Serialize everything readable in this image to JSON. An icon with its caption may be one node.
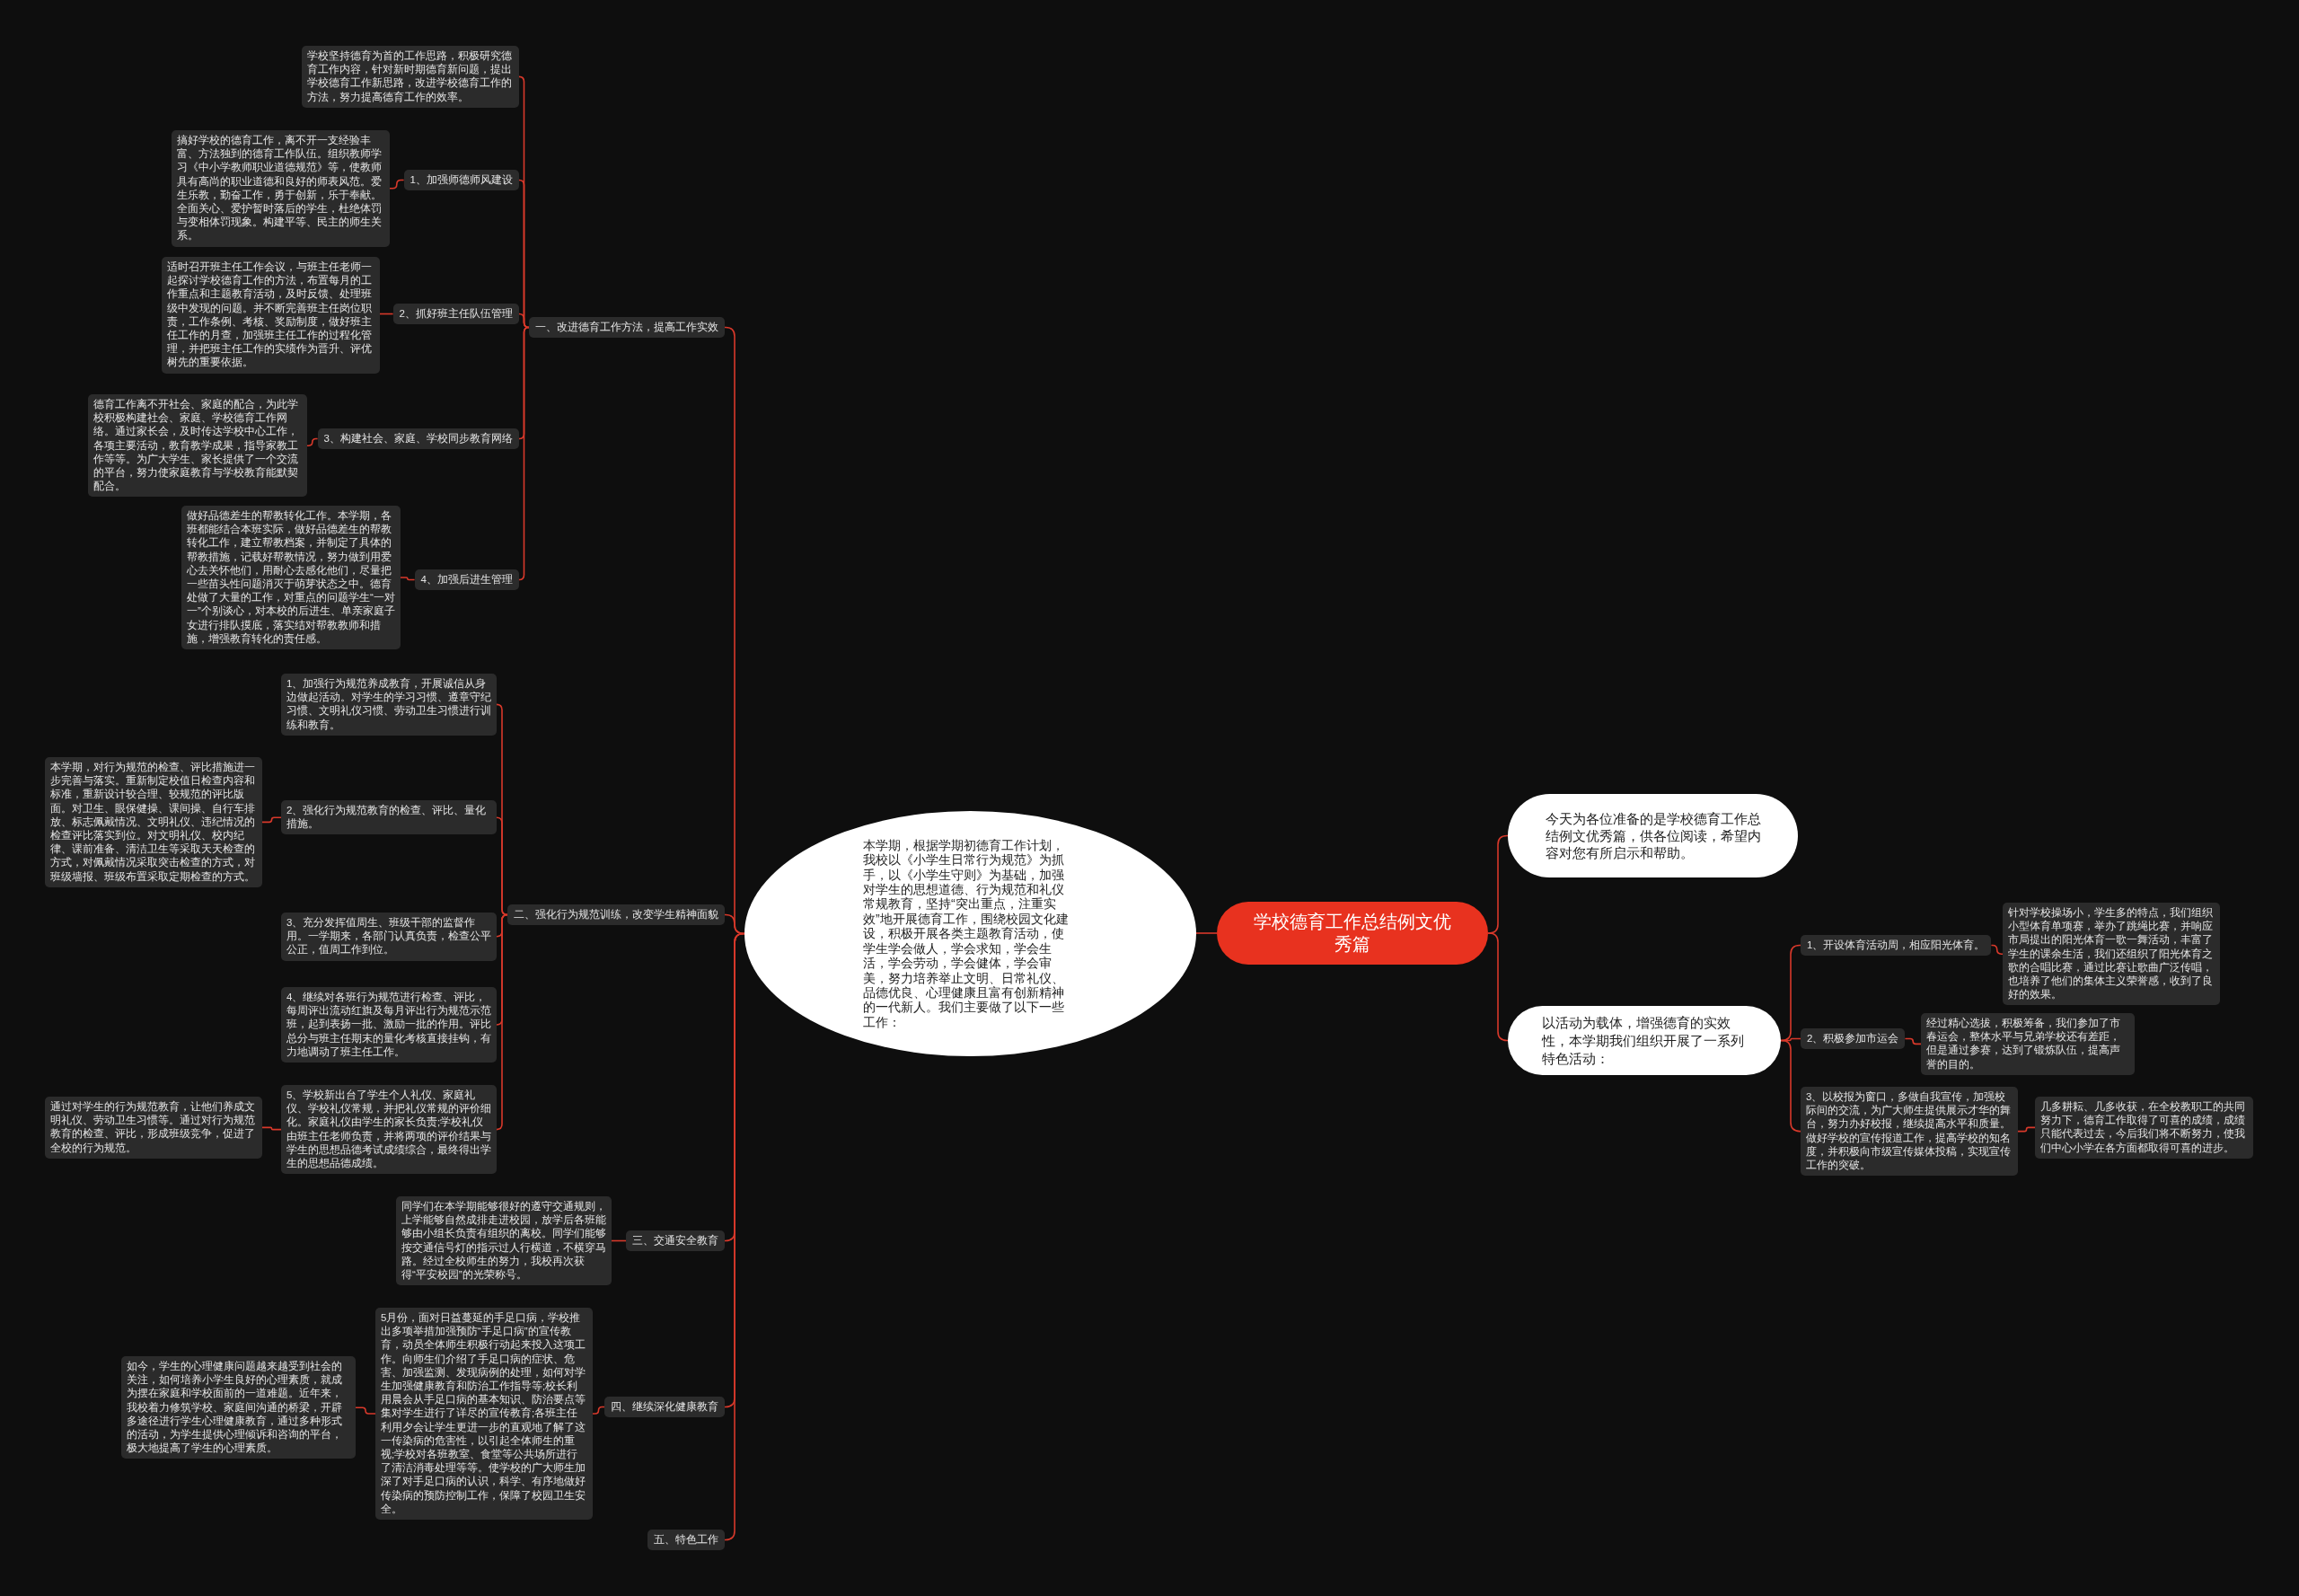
{
  "diagram": {
    "nodes": [
      {
        "text": [
          "学校德育工作总结例文优秀篇"
        ]
      },
      {
        "text": [
          "今天为各位准备的是学校德育工作总结例文优秀篇，供各位阅读，希望内容对您有所启示和帮助。"
        ]
      },
      {
        "text": [
          "以活动为载体，增强德育的实效性，本学期我们组织开展了一系列特色活动："
        ]
      },
      {
        "text": [
          "1、开设体育活动周，相应阳光体育。"
        ]
      },
      {
        "text": [
          "针对学校操场小，学生多的特点，我们组织小型体育单项赛，举办了跳绳比赛，并响应市局提出的阳光体育一歌一舞活动，丰富了学生的课余生活，我们还组织了阳光体育之歌的合唱比赛，通过比赛让歌曲广泛传唱，也培养了他们的集体主义荣誉感，收到了良好的效果。"
        ]
      },
      {
        "text": [
          "2、积极参加市运会"
        ]
      },
      {
        "text": [
          "经过精心选拔，积极筹备，我们参加了市春运会，整体水平与兄弟学校还有差距，但是通过参赛，达到了锻炼队伍，提高声誉的目的。"
        ]
      },
      {
        "text": [
          "3、以校报为窗口，多做自我宣传，加强校际间的交流，为广大师生提供展示才华的舞台，努力办好校报，继续提高水平和质量。做好学校的宣传报道工作，提高学校的知名度，并积极向市级宣传媒体投稿，实现宣传工作的突破。"
        ]
      },
      {
        "text": [
          "几多耕耘、几多收获，在全校教职工的共同努力下，德育工作取得了可喜的成绩，成绩只能代表过去，今后我们将不断努力，使我们中心小学在各方面都取得可喜的进步。"
        ]
      },
      {
        "text": [
          "本学期，根据学期初德育工作计划，我校以《小学生日常行为规范》为抓手，以《小学生守则》为基础，加强对学生的思想道德、行为规范和礼仪常规教育，坚持“突出重点，注重实效”地开展德育工作，围绕校园文化建设，积极开展各类主题教育活动，使学生学会做人，学会求知，学会生活，学会劳动，学会健体，学会审美，努力培养举止文明、日常礼仪、品德优良、心理健康且富有创新精神的一代新人。我们主要做了以下一些工作："
        ]
      },
      {
        "text": [
          "一、改进德育工作方法，提高工作实效"
        ]
      },
      {
        "text": [
          "学校坚持德育为首的工作思路，积极研究德育工作内容，针对新时期德育新问题，提出学校德育工作新思路，改进学校德育工作的方法，努力提高德育工作的效率。"
        ]
      },
      {
        "text": [
          "1、加强师德师风建设"
        ]
      },
      {
        "text": [
          "搞好学校的德育工作，离不开一支经验丰富、方法独到的德育工作队伍。组织教师学习《中小学教师职业道德规范》等，使教师具有高尚的职业道德和良好的师表风范。爱生乐教，勤奋工作，勇于创新，乐于奉献。全面关心、爱护暂时落后的学生，杜绝体罚与变相体罚现象。构建平等、民主的师生关系。"
        ]
      },
      {
        "text": [
          "2、抓好班主任队伍管理"
        ]
      },
      {
        "text": [
          "适时召开班主任工作会议，与班主任老师一起探讨学校德育工作的方法，布置每月的工作重点和主题教育活动，及时反馈、处理班级中发现的问题。并不断完善班主任岗位职责，工作条例、考核、奖励制度，做好班主任工作的月查，加强班主任工作的过程化管理，并把班主任工作的实绩作为晋升、评优树先的重要依据。"
        ]
      },
      {
        "text": [
          "3、构建社会、家庭、学校同步教育网络"
        ]
      },
      {
        "text": [
          "德育工作离不开社会、家庭的配合，为此学校积极构建社会、家庭、学校德育工作网络。通过家长会，及时传达学校中心工作，各项主要活动，教育教学成果，指导家教工作等等。为广大学生、家长提供了一个交流的平台，努力使家庭教育与学校教育能默契配合。"
        ]
      },
      {
        "text": [
          "4、加强后进生管理"
        ]
      },
      {
        "text": [
          "做好品德差生的帮教转化工作。本学期，各班都能结合本班实际，做好品德差生的帮教转化工作，建立帮教档案，并制定了具体的帮教措施，记载好帮教情况，努力做到用爱心去关怀他们，用耐心去感化他们，尽量把一些苗头性问题消灭于萌芽状态之中。德育处做了大量的工作，对重点的问题学生“一对一”个别谈心，对本校的后进生、单亲家庭子女进行排队摸底，落实结对帮教教师和措施，增强教育转化的责任感。"
        ]
      },
      {
        "text": [
          "二、强化行为规范训练，改变学生精神面貌"
        ]
      },
      {
        "text": [
          "1、加强行为规范养成教育，开展诚信从身边做起活动。对学生的学习习惯、遵章守纪习惯、文明礼仪习惯、劳动卫生习惯进行训练和教育。"
        ]
      },
      {
        "text": [
          "2、强化行为规范教育的检查、评比、量化措施。"
        ]
      },
      {
        "text": [
          "本学期，对行为规范的检查、评比措施进一步完善与落实。重新制定校值日检查内容和标准，重新设计较合理、较规范的评比版面。对卫生、眼保健操、课间操、自行车排放、标志佩戴情况、文明礼仪、违纪情况的检查评比落实到位。对文明礼仪、校内纪律、课前准备、清洁卫生等采取天天检查的方式，对佩戴情况采取突击检查的方式，对班级墙报、班级布置采取定期检查的方式。"
        ]
      },
      {
        "text": [
          "3、充分发挥值周生、班级干部的监督作用。一学期来，各部门认真负责，检查公平公正，值周工作到位。"
        ]
      },
      {
        "text": [
          "4、继续对各班行为规范进行检查、评比，每周评出流动红旗及每月评出行为规范示范班，起到表扬一批、激励一批的作用。评比总分与班主任期末的量化考核直接挂钩，有力地调动了班主任工作。"
        ]
      },
      {
        "text": [
          "5、学校新出台了学生个人礼仪、家庭礼仪、学校礼仪常规，并把礼仪常规的评价细化。家庭礼仪由学生的家长负责;学校礼仪由班主任老师负责，并将两项的评价结果与学生的思想品德考试成绩综合，最终得出学生的思想品德成绩。"
        ]
      },
      {
        "text": [
          "通过对学生的行为规范教育，让他们养成文明礼仪、劳动卫生习惯等。通过对行为规范教育的检查、评比，形成班级竞争，促进了全校的行为规范。"
        ]
      },
      {
        "text": [
          "三、交通安全教育"
        ]
      },
      {
        "text": [
          "同学们在本学期能够很好的遵守交通规则，上学能够自然成排走进校园，放学后各班能够由小组长负责有组织的离校。同学们能够按交通信号灯的指示过人行横道，不横穿马路。经过全校师生的努力，我校再次获得“平安校园”的光荣称号。"
        ]
      },
      {
        "text": [
          "四、继续深化健康教育"
        ]
      },
      {
        "text": [
          "5月份，面对日益蔓延的手足口病，学校推出多项举措加强预防“手足口病”的宣传教育，动员全体师生积极行动起来投入这项工作。向师生们介绍了手足口病的症状、危害、加强监测、发现病例的处理，如何对学生加强健康教育和防治工作指导等;校长利用晨会从手足口病的基本知识、防治要点等集对学生进行了详尽的宣传教育;各班主任利用夕会让学生更进一步的直观地了解了这一传染病的危害性，以引起全体师生的重视;学校对各班教室、食堂等公共场所进行了清洁消毒处理等等。使学校的广大师生加深了对手足口病的认识，科学、有序地做好传染病的预防控制工作，保障了校园卫生安全。"
        ]
      },
      {
        "text": [
          "如今，学生的心理健康问题越来越受到社会的关注，如何培养小学生良好的心理素质，就成为摆在家庭和学校面前的一道难题。近年来，我校着力修筑学校、家庭间沟通的桥梁，开辟多途径进行学生心理健康教育，通过多种形式的活动，为学生提供心理倾诉和咨询的平台，极大地提高了学生的心理素质。"
        ]
      },
      {
        "text": [
          "五、特色工作"
        ]
      }
    ],
    "edges": [
      {
        "from": 0,
        "to": 1,
        "arrow": "none"
      },
      {
        "from": 0,
        "to": 2,
        "arrow": "none"
      },
      {
        "from": 2,
        "to": 3,
        "arrow": "none"
      },
      {
        "from": 2,
        "to": 5,
        "arrow": "none"
      },
      {
        "from": 2,
        "to": 7,
        "arrow": "none"
      },
      {
        "from": 3,
        "to": 4,
        "arrow": "none"
      },
      {
        "from": 5,
        "to": 6,
        "arrow": "none"
      },
      {
        "from": 7,
        "to": 8,
        "arrow": "none"
      },
      {
        "from": 0,
        "to": 9,
        "arrow": "none"
      },
      {
        "from": 9,
        "to": 10,
        "arrow": "none"
      },
      {
        "from": 9,
        "to": 20,
        "arrow": "none"
      },
      {
        "from": 9,
        "to": 28,
        "arrow": "none"
      },
      {
        "from": 9,
        "to": 30,
        "arrow": "none"
      },
      {
        "from": 9,
        "to": 33,
        "arrow": "none"
      },
      {
        "from": 10,
        "to": 11,
        "arrow": "none"
      },
      {
        "from": 10,
        "to": 12,
        "arrow": "none"
      },
      {
        "from": 10,
        "to": 14,
        "arrow": "none"
      },
      {
        "from": 10,
        "to": 16,
        "arrow": "none"
      },
      {
        "from": 10,
        "to": 18,
        "arrow": "none"
      },
      {
        "from": 12,
        "to": 13,
        "arrow": "none"
      },
      {
        "from": 14,
        "to": 15,
        "arrow": "none"
      },
      {
        "from": 16,
        "to": 17,
        "arrow": "none"
      },
      {
        "from": 18,
        "to": 19,
        "arrow": "none"
      },
      {
        "from": 20,
        "to": 21,
        "arrow": "none"
      },
      {
        "from": 20,
        "to": 22,
        "arrow": "none"
      },
      {
        "from": 20,
        "to": 24,
        "arrow": "none"
      },
      {
        "from": 20,
        "to": 25,
        "arrow": "none"
      },
      {
        "from": 20,
        "to": 26,
        "arrow": "none"
      },
      {
        "from": 22,
        "to": 23,
        "arrow": "none"
      },
      {
        "from": 26,
        "to": 27,
        "arrow": "none"
      },
      {
        "from": 28,
        "to": 29,
        "arrow": "none"
      },
      {
        "from": 30,
        "to": 31,
        "arrow": "none"
      },
      {
        "from": 31,
        "to": 32,
        "arrow": "none"
      }
    ]
  }
}
